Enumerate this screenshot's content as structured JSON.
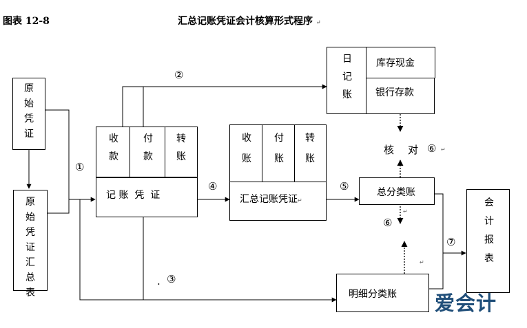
{
  "title": {
    "figure_label": "图表 12-8",
    "main": "汇总记账凭证会计核算形式程序"
  },
  "return_mark": "↵",
  "boxes": {
    "original_voucher": "原始凭证",
    "original_summary": "原始凭证汇总表",
    "voucher_receipt": "收款",
    "voucher_payment": "付款",
    "voucher_transfer": "转账",
    "posting_voucher": "记 账  凭  证",
    "sum_receipt": "收账",
    "sum_payment": "付账",
    "sum_transfer": "转账",
    "summary_voucher": "汇总记账凭证",
    "journal_label": "日记账",
    "cash_journal": "库存现金",
    "bank_journal": "银行存款",
    "general_ledger": "总分类账",
    "subsidiary_ledger": "明细分类账",
    "reports": "会计报表"
  },
  "labels": {
    "check_a": "核",
    "check_b": "对",
    "step1": "①",
    "step2": "②",
    "step3": "③",
    "step4": "④",
    "step5": "⑤",
    "step6a": "⑥",
    "step6b": "⑥",
    "step7": "⑦",
    "dot": "."
  },
  "watermark": "爱会计",
  "colors": {
    "line": "#000000",
    "watermark": "#1f4e79",
    "return_mark": "#666666"
  }
}
